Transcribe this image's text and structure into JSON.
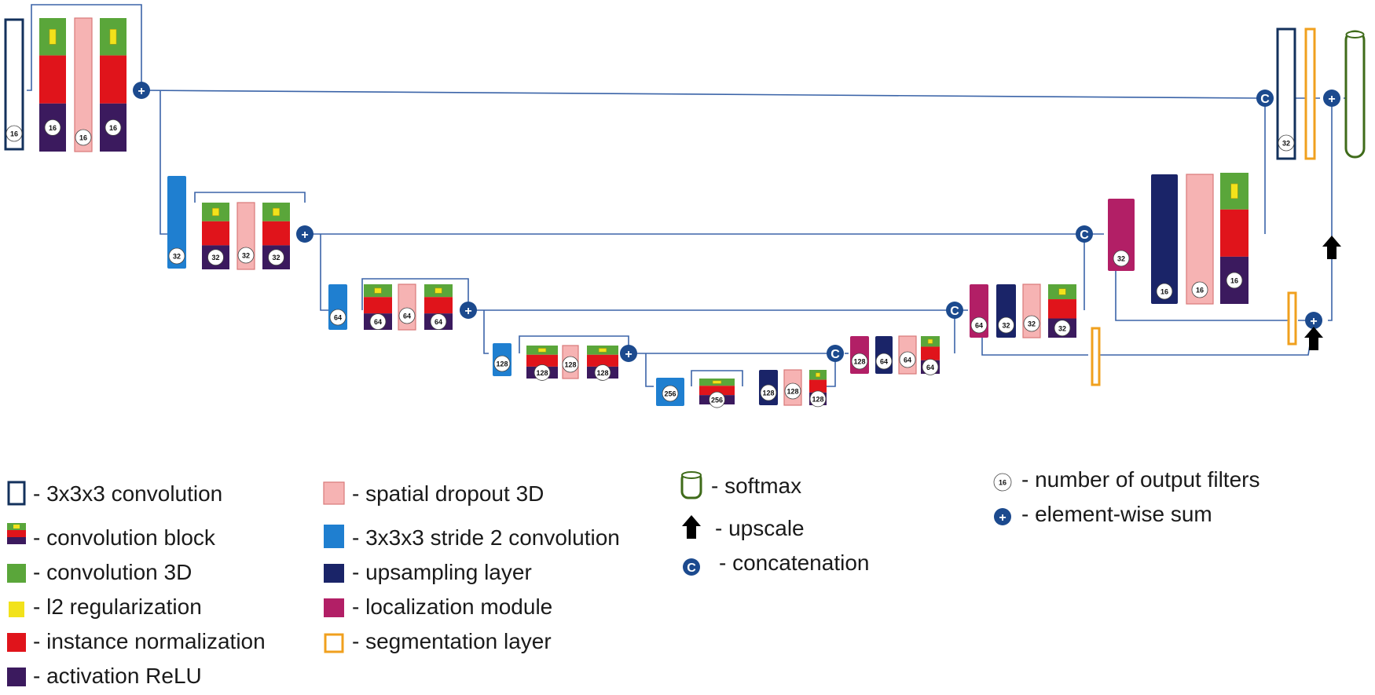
{
  "colors": {
    "conv_outline": "#13315c",
    "conv3d": "#5aa63a",
    "l2": "#f2e21b",
    "instance_norm": "#e0141b",
    "relu": "#3b1a5e",
    "dropout_fill": "#f6b3b3",
    "dropout_edge": "#d87878",
    "stride_conv": "#1f7fd0",
    "upsampling": "#1a2468",
    "localization": "#b21f66",
    "segmentation": "#f0a01e",
    "softmax": "#3f6b1a",
    "arrow": "#000000",
    "operator": "#1c4a8e",
    "line": "#3b64a8"
  },
  "filters": {
    "l1": "16",
    "l2": "32",
    "l3": "64",
    "l4": "128",
    "l5": "256",
    "out": "32"
  },
  "ops": {
    "sum": "+",
    "concat": "C"
  },
  "legend": {
    "conv": "- 3x3x3 convolution",
    "conv_block": "- convolution block",
    "conv3d": "- convolution 3D",
    "l2": "- l2 regularization",
    "inorm": "- instance normalization",
    "relu": "- activation ReLU",
    "dropout": "- spatial dropout 3D",
    "stride": "- 3x3x3 stride 2 convolution",
    "upsampling": "- upsampling layer",
    "localization": "- localization module",
    "segmentation": "- segmentation layer",
    "softmax": "- softmax",
    "upscale": "- upscale",
    "concatenation": "- concatenation",
    "filters_num": "- number of output filters",
    "filters_example": "16",
    "sum": "- element-wise sum"
  }
}
